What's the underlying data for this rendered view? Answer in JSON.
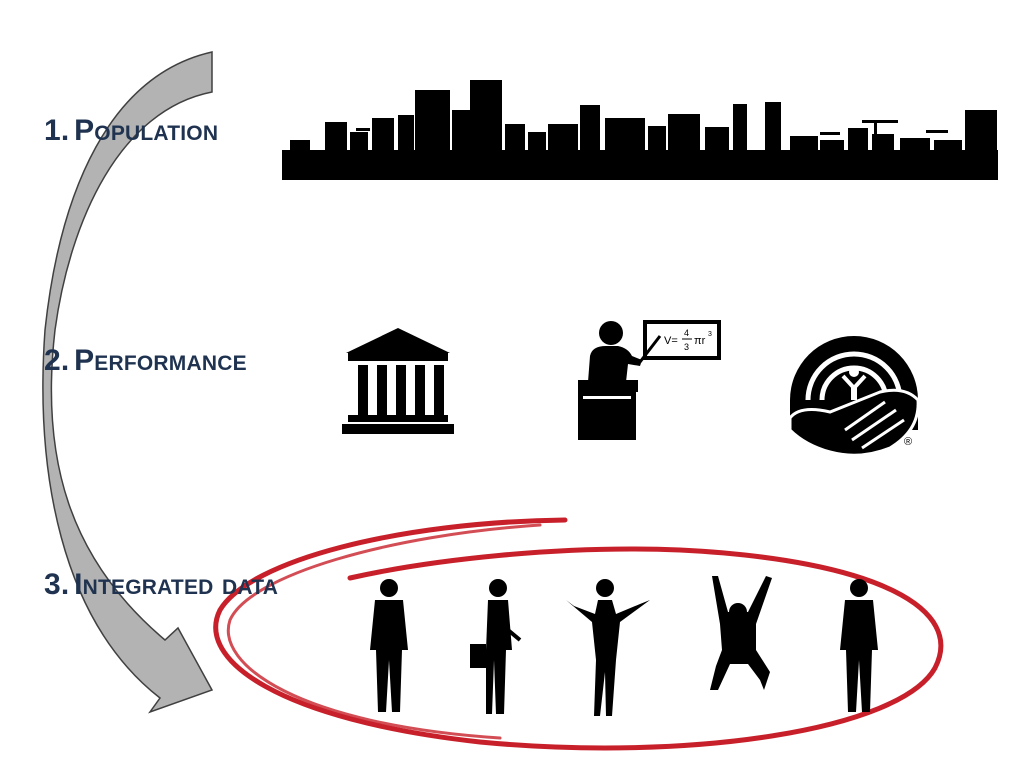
{
  "steps": [
    {
      "number": "1.",
      "text": "Population"
    },
    {
      "number": "2.",
      "text": "Performance"
    },
    {
      "number": "3.",
      "text": "Integrated data"
    }
  ],
  "chalkboard_formula": {
    "lhs": "V=",
    "numerator": "4",
    "denominator": "3",
    "rhs": "πr",
    "exponent": "3"
  },
  "registered_mark": "®",
  "colors": {
    "label": "#1f3350",
    "arrow_fill": "#b3b3b3",
    "arrow_stroke": "#404040",
    "ellipse": "#c8202a",
    "silhouette": "#000000"
  }
}
